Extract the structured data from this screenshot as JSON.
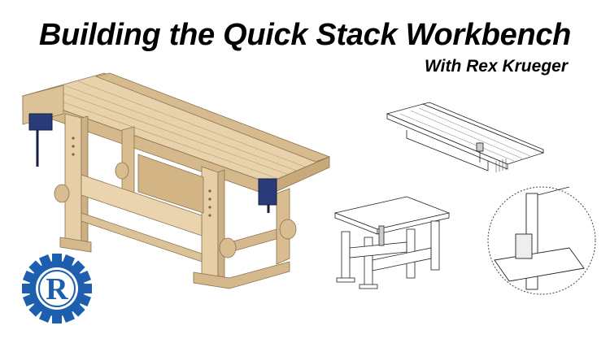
{
  "header": {
    "title": "Building the Quick Stack Workbench",
    "subtitle": "With Rex Krueger"
  },
  "logo": {
    "letter": "R",
    "icon": "gear-r-logo-icon",
    "colors": {
      "blue": "#1d5fae",
      "white": "#ffffff"
    }
  },
  "illustrations": {
    "main": "workbench-render-icon",
    "top": "bench-top-drawing-icon",
    "base": "bench-base-drawing-icon",
    "detail": "joint-detail-icon"
  },
  "colors": {
    "wood": "#e2c9a0",
    "wood_dark": "#c9ab7c",
    "wood_light": "#f0dfc0",
    "line": "#222222"
  }
}
